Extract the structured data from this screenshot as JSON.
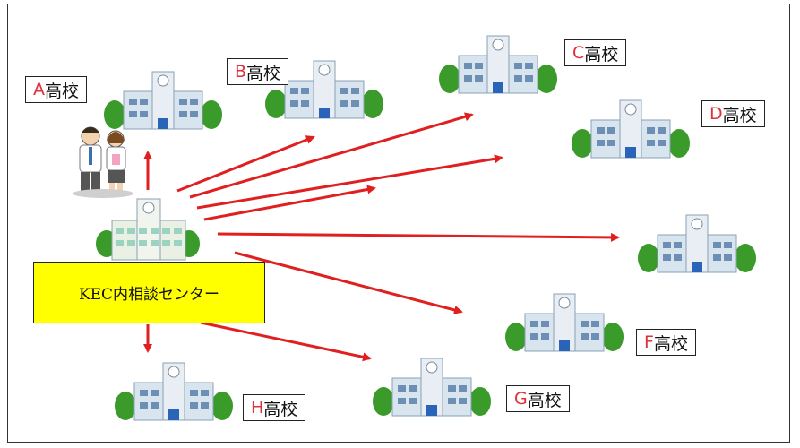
{
  "colors": {
    "arrow": "#e02020",
    "tree": "#3a9a2a",
    "building": "#d8e4ee",
    "label_letter": "#e0303a",
    "center_label_bg": "#ffff00"
  },
  "center": {
    "label": "KEC内相談センター",
    "icon": "school-building-icon"
  },
  "people": {
    "icon": "counselors-icon"
  },
  "schools": [
    {
      "id": "a",
      "letter": "A",
      "suffix": "高校"
    },
    {
      "id": "b",
      "letter": "B",
      "suffix": "高校"
    },
    {
      "id": "c",
      "letter": "C",
      "suffix": "高校"
    },
    {
      "id": "d",
      "letter": "D",
      "suffix": "高校"
    },
    {
      "id": "e"
    },
    {
      "id": "f",
      "letter": "F",
      "suffix": "高校"
    },
    {
      "id": "g",
      "letter": "G",
      "suffix": "高校"
    },
    {
      "id": "h",
      "letter": "H",
      "suffix": "高校"
    }
  ]
}
